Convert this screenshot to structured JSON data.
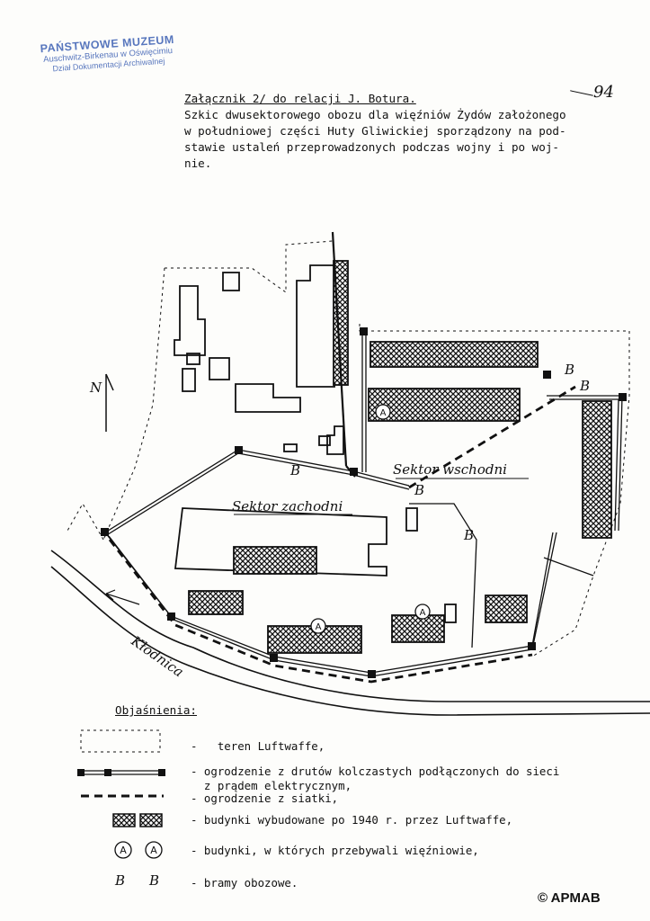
{
  "stamp": {
    "line1": "PAŃSTWOWE MUZEUM",
    "line2": "Auschwitz-Birkenau w Oświęcimiu",
    "line3": "Dział Dokumentacji Archiwalnej"
  },
  "page_number": "94",
  "header": {
    "title": "Załącznik 2/ do relacji J. Botura.",
    "lines": [
      "Szkic dwusektorowego obozu dla więźniów Żydów założonego",
      "w południowej części Huty Gliwickiej sporządzony na pod-",
      "stawie ustaleń przeprowadzonych podczas wojny i po woj-",
      "nie."
    ]
  },
  "map": {
    "north_label": "N",
    "sector_east": "Sektor wschodni",
    "sector_west": "Sektor zachodni",
    "river_label": "Kłodnica",
    "gate_label": "B",
    "prisoner_label": "A"
  },
  "legend": {
    "title": "Objaśnienia:",
    "items": [
      "-   teren Luftwaffe,",
      "- ogrodzenie z drutów kolczastych podłączonych do sieci\n  z prądem elektrycznym,",
      "- ogrodzenie z siatki,",
      "- budynki wybudowane po 1940 r. przez Luftwaffe,",
      "- budynki, w których przebywali więźniowie,",
      "- bramy obozowe."
    ]
  },
  "credit": "© APMAB"
}
